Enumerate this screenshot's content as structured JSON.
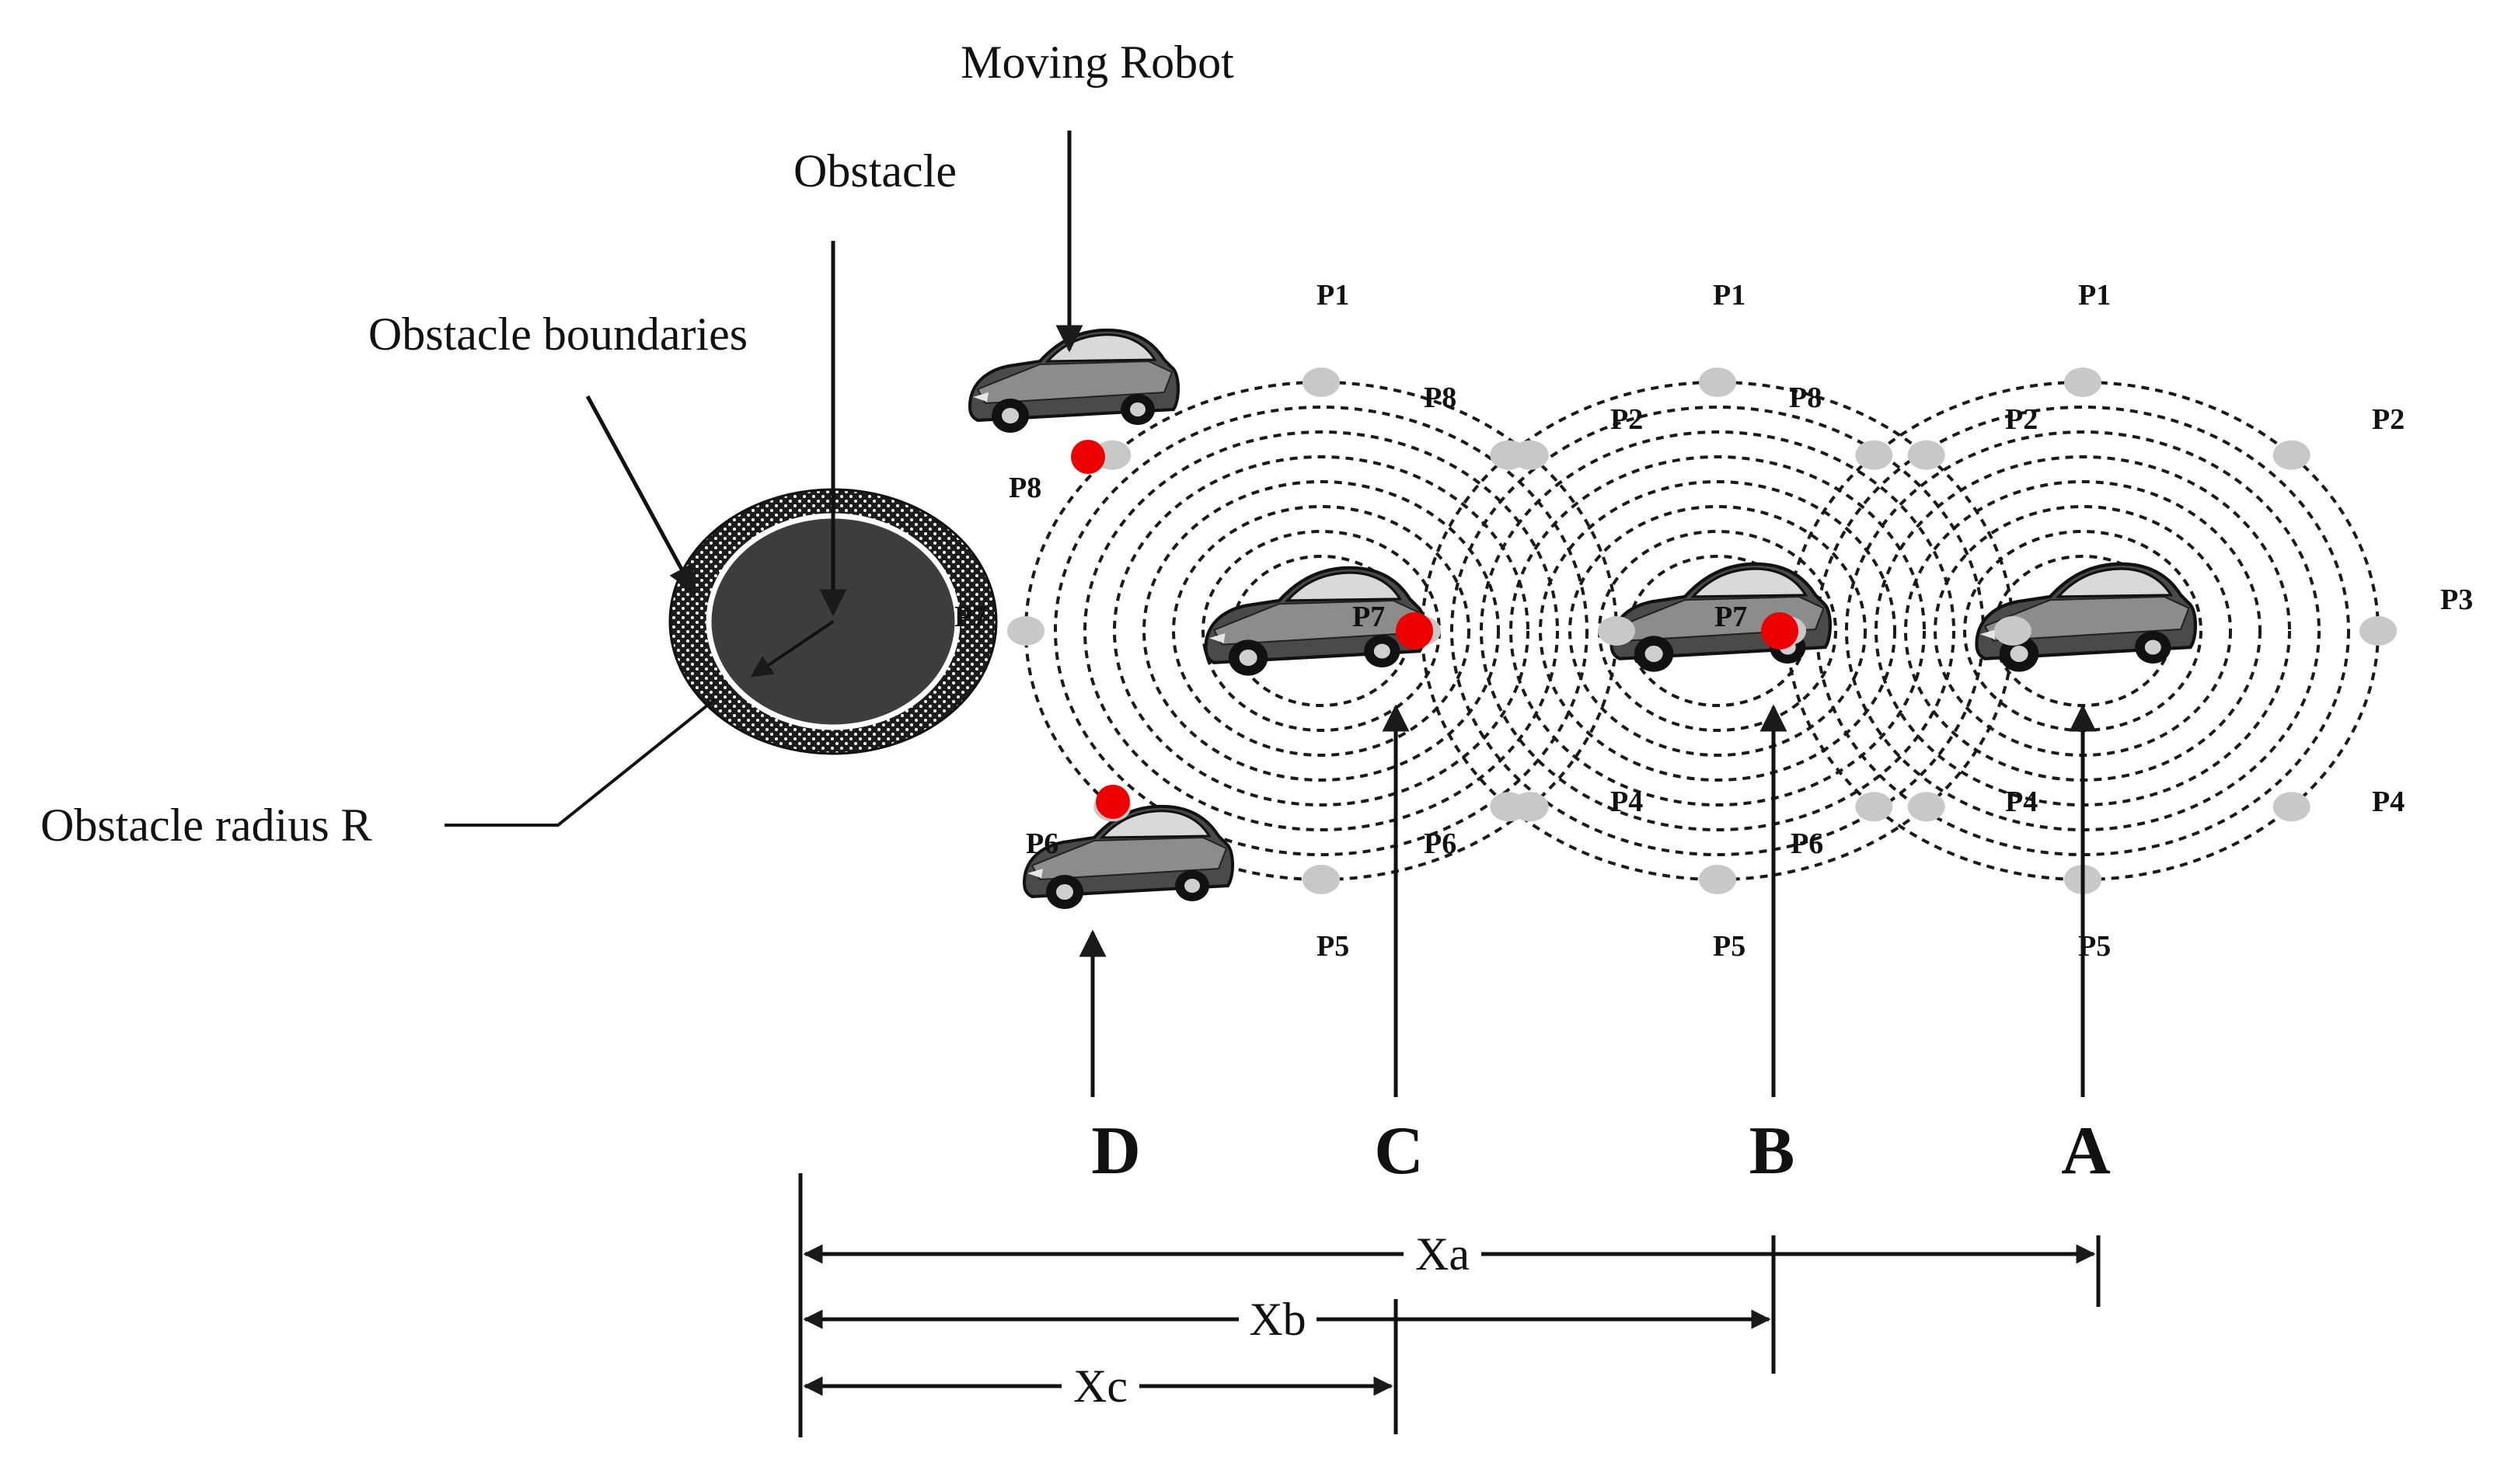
{
  "labels": {
    "moving_robot": "Moving Robot",
    "obstacle": "Obstacle",
    "obstacle_boundaries": "Obstacle boundaries",
    "obstacle_radius": "Obstacle radius R"
  },
  "positions": {
    "A": "A",
    "B": "B",
    "C": "C",
    "D": "D"
  },
  "points": {
    "p1": "P1",
    "p2": "P2",
    "p3": "P3",
    "p4": "P4",
    "p5": "P5",
    "p6": "P6",
    "p7": "P7",
    "p8": "P8"
  },
  "distances": {
    "xa": "Xa",
    "xb": "Xb",
    "xc": "Xc"
  },
  "colors": {
    "obstacle_fill": "#3d3d3d",
    "sensor_point": "#c8c8c8",
    "active_point": "#ee0000",
    "line": "#1a1a1a"
  }
}
